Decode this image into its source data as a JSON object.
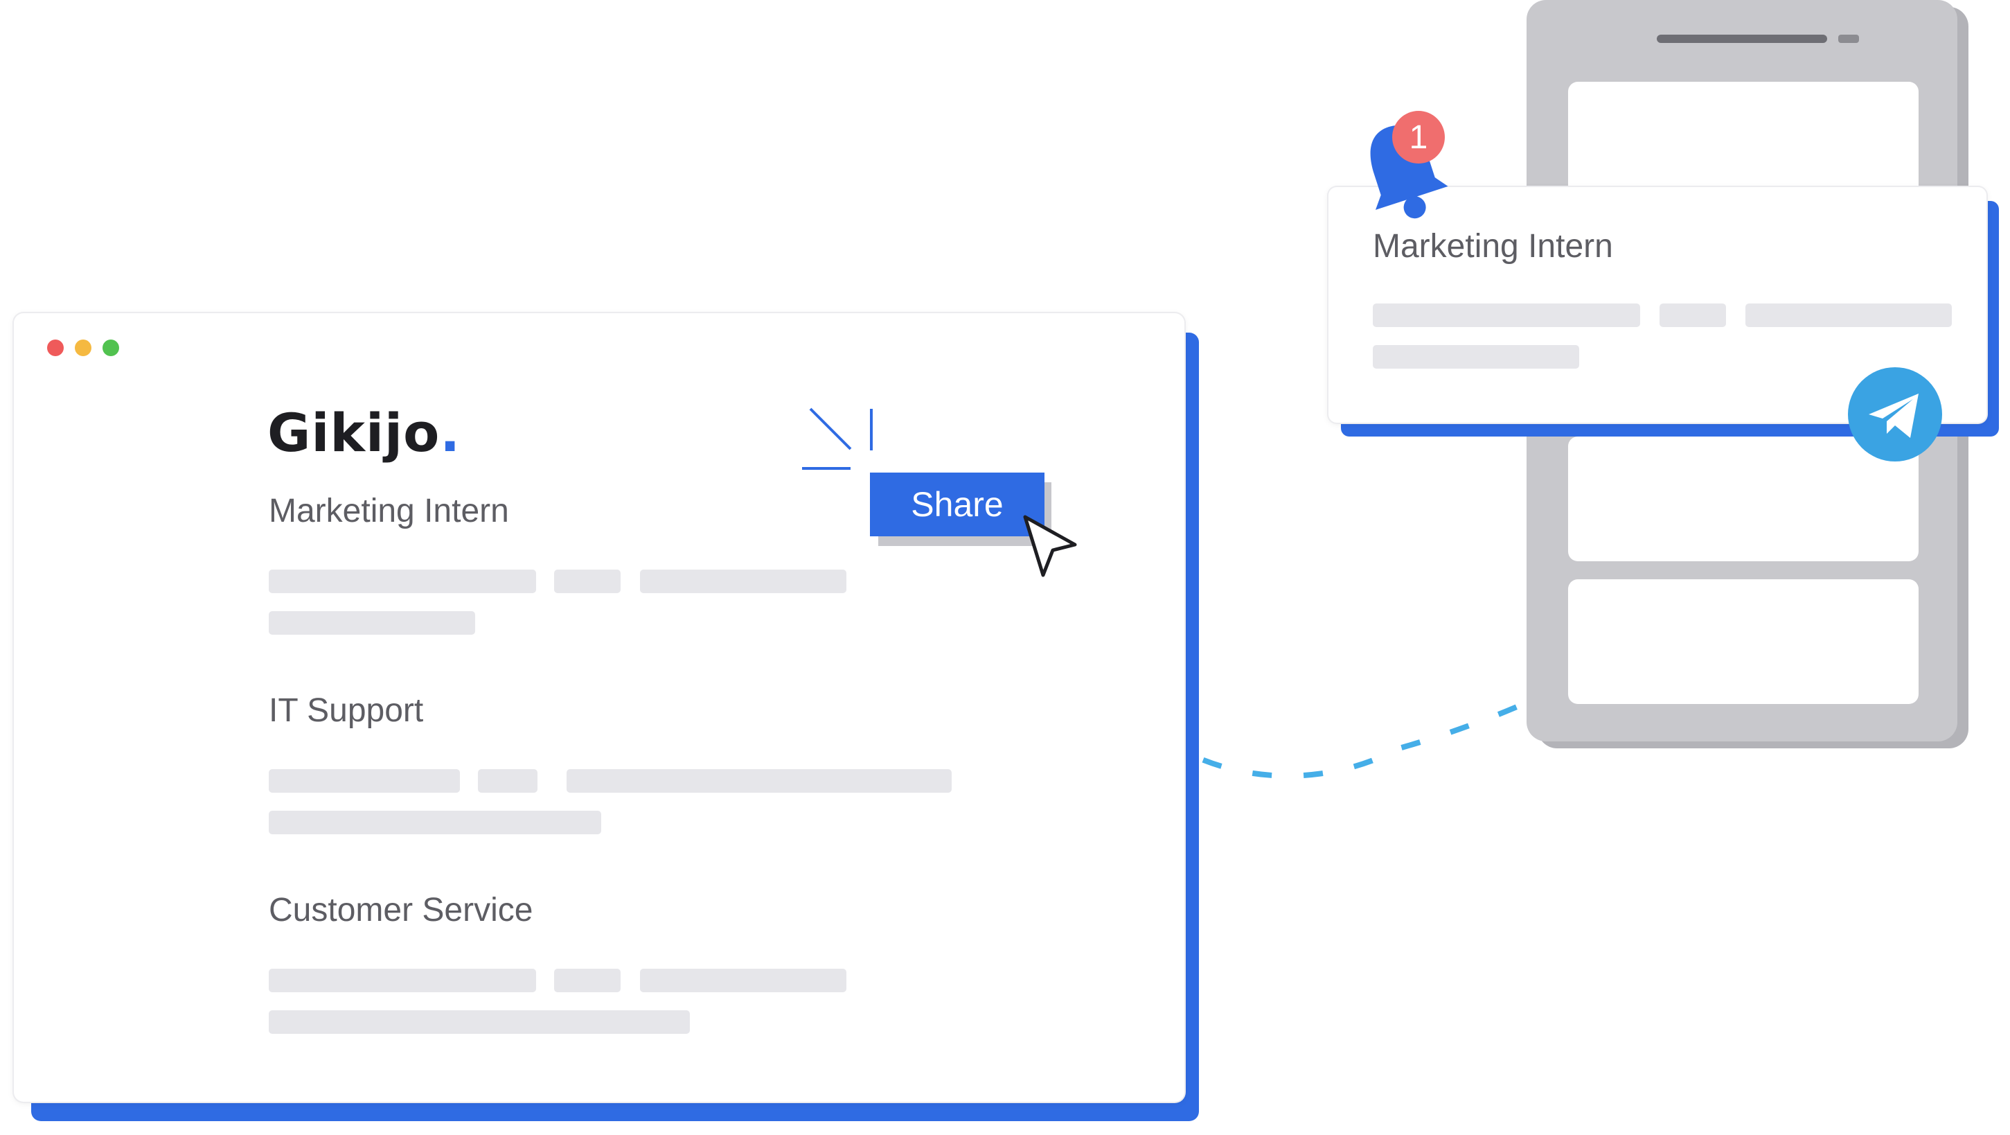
{
  "browser": {
    "window_controls": [
      "close",
      "minimize",
      "maximize"
    ],
    "brand": {
      "name": "Gikijo",
      "dot": "."
    },
    "jobs": [
      {
        "title": "Marketing Intern"
      },
      {
        "title": "IT Support"
      },
      {
        "title": "Customer Service"
      }
    ],
    "share_label": "Share"
  },
  "phone": {
    "notification": {
      "badge_count": "1",
      "title": "Marketing Intern"
    },
    "icons": {
      "bell": "bell-icon",
      "send": "telegram-send-icon",
      "cursor": "mouse-pointer-icon"
    }
  },
  "colors": {
    "accent": "#2f6be3",
    "placeholder": "#e6e6ea",
    "badge": "#f06e6e",
    "telegram": "#3aa3e3",
    "dash_line": "#45aee8"
  }
}
